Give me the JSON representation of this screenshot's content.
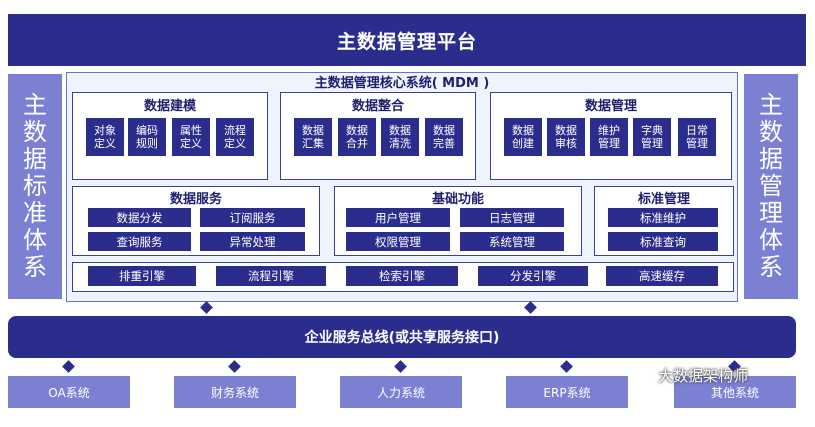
{
  "platform_title": "主数据管理平台",
  "left_side": [
    "主",
    "数",
    "据",
    "标",
    "准",
    "体",
    "系"
  ],
  "right_side": [
    "主",
    "数",
    "据",
    "管",
    "理",
    "体",
    "系"
  ],
  "core_title": "主数据管理核心系统( MDM )",
  "modeling": {
    "title": "数据建模",
    "items": [
      [
        "对象",
        "定义"
      ],
      [
        "编码",
        "规则"
      ],
      [
        "属性",
        "定义"
      ],
      [
        "流程",
        "定义"
      ]
    ]
  },
  "integration": {
    "title": "数据整合",
    "items": [
      [
        "数据",
        "汇集"
      ],
      [
        "数据",
        "合并"
      ],
      [
        "数据",
        "清洗"
      ],
      [
        "数据",
        "完善"
      ]
    ]
  },
  "management": {
    "title": "数据管理",
    "items": [
      [
        "数据",
        "创建"
      ],
      [
        "数据",
        "审核"
      ],
      [
        "维护",
        "管理"
      ],
      [
        "字典",
        "管理"
      ],
      [
        "日常",
        "管理"
      ]
    ]
  },
  "services": {
    "title": "数据服务",
    "items": [
      "数据分发",
      "订阅服务",
      "查询服务",
      "异常处理"
    ]
  },
  "basics": {
    "title": "基础功能",
    "items": [
      "用户管理",
      "日志管理",
      "权限管理",
      "系统管理"
    ]
  },
  "standards": {
    "title": "标准管理",
    "items": [
      "标准维护",
      "标准查询"
    ]
  },
  "engines": [
    "排重引擎",
    "流程引擎",
    "检索引擎",
    "分发引擎",
    "高速缓存"
  ],
  "bus_label": "企业服务总线(或共享服务接口)",
  "systems": [
    "OA系统",
    "财务系统",
    "人力系统",
    "ERP系统",
    "其他系统"
  ],
  "watermark": "大数据架构师",
  "colors": {
    "navy": "#2b2d8c",
    "lavender": "#7b80d3",
    "core_bg": "#eef4fb"
  }
}
